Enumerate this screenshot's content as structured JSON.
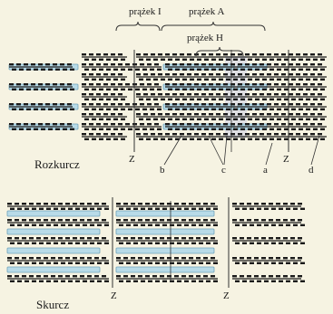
{
  "colors": {
    "background": "#f6f3e2",
    "actin": "#b8dbe8",
    "actin_edge": "#6fa3ba",
    "myosin": "#1a1a1a",
    "h_zone": "#d9d9e4",
    "line": "#333333"
  },
  "labels": {
    "band_i": "prążek I",
    "band_a": "prążek A",
    "band_h": "prążek H",
    "state_relaxed": "Rozkurcz",
    "state_contracted": "Skurcz",
    "z1": "Z",
    "z2": "Z",
    "z_c1": "Z",
    "z_c2": "Z",
    "b": "b",
    "c": "c",
    "a": "a",
    "d": "d"
  }
}
